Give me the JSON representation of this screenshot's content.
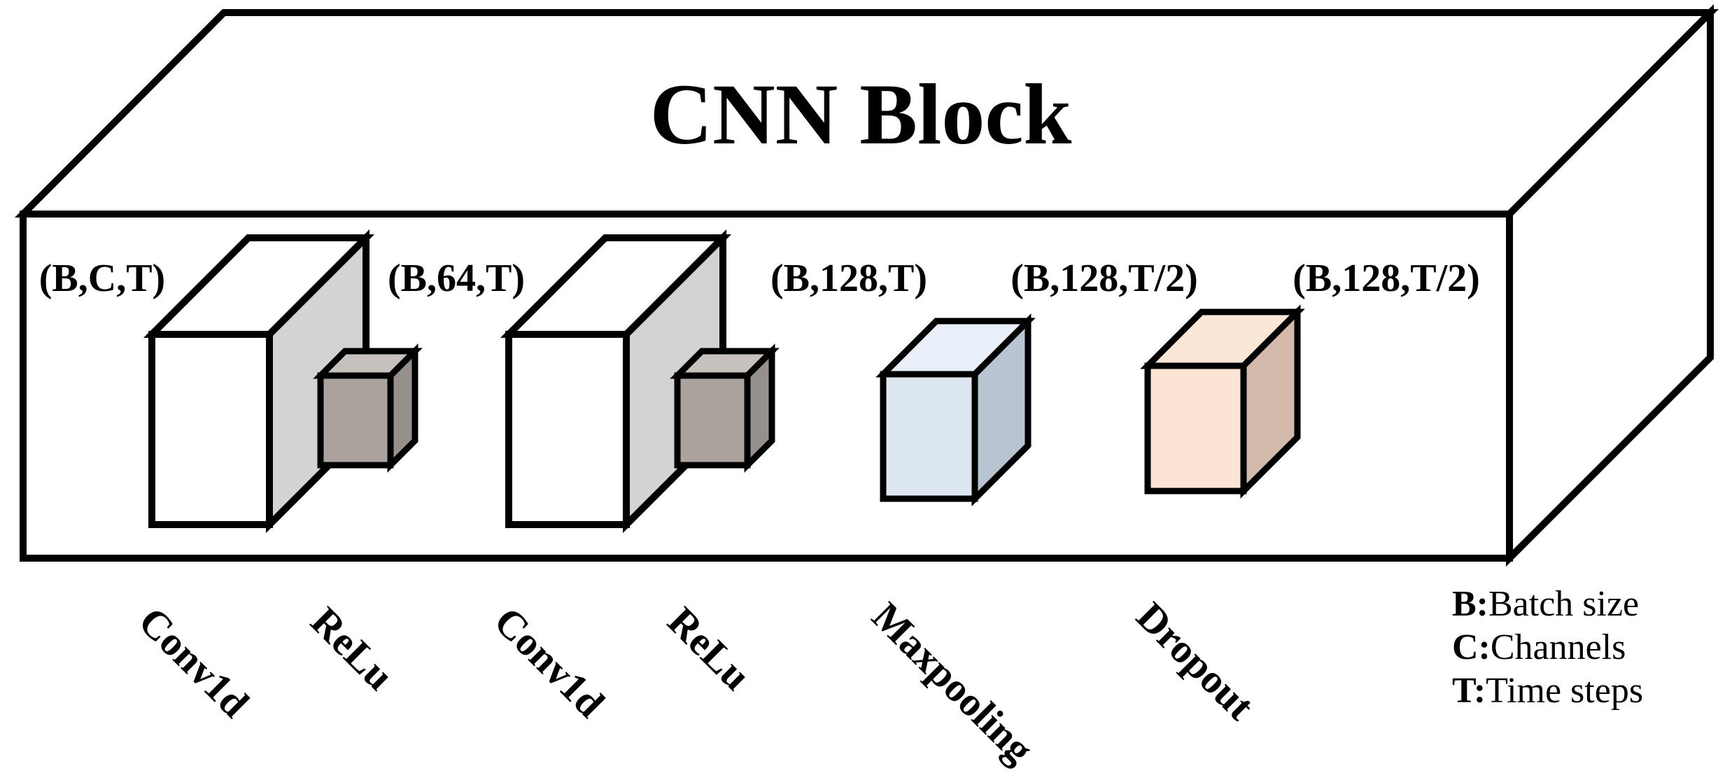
{
  "diagram": {
    "title": "CNN Block",
    "tensor_labels": [
      "(B,C,T)",
      "(B,64,T)",
      "(B,128,T)",
      "(B,128,T/2)",
      "(B,128,T/2)"
    ],
    "layer_labels": [
      "Conv1d",
      "ReLu",
      "Conv1d",
      "ReLu",
      "Maxpooling",
      "Dropout"
    ],
    "legend": [
      {
        "key": "B:",
        "label": "Batch size"
      },
      {
        "key": "C:",
        "label": "Channels"
      },
      {
        "key": "T:",
        "label": "Time steps"
      }
    ],
    "colors": {
      "outline": "#000000",
      "container_fill": "#ffffff",
      "conv_front": "#ffffff",
      "conv_top": "#ffffff",
      "conv_side": "#d3d3d3",
      "relu_front": "#aba39e",
      "relu_top": "#c7c1bd",
      "relu_side": "#97908a",
      "maxpool_front": "#dce6f1",
      "maxpool_top": "#e9eff8",
      "maxpool_side": "#b9c4d2",
      "dropout_front": "#fce4d4",
      "dropout_top": "#fbe7d8",
      "dropout_side": "#d2b9aa"
    }
  }
}
